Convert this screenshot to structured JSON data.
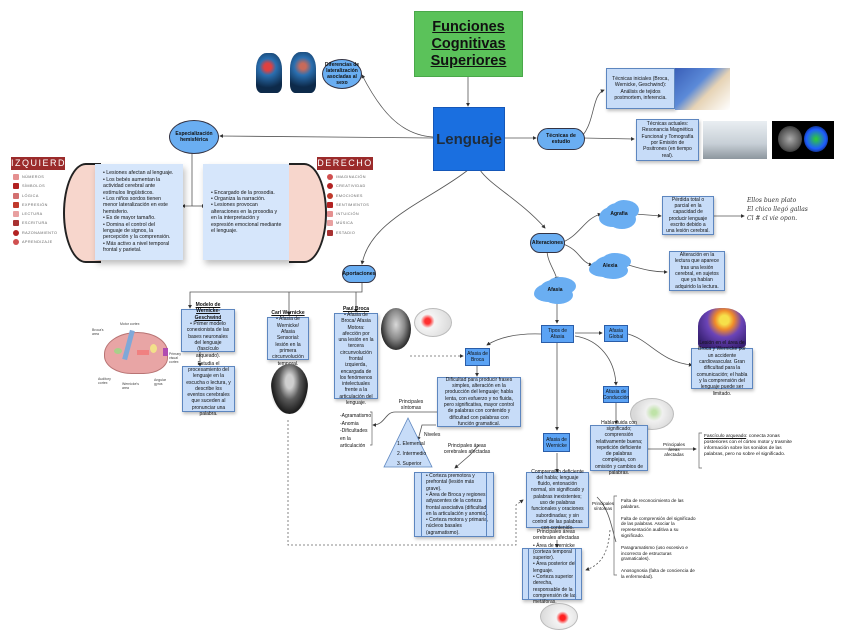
{
  "title": {
    "line1": "Funciones",
    "line2": "Cognitivas",
    "line3": "Superiores"
  },
  "center": "Lenguaje",
  "nodes": {
    "diferencias": "Diferencias de lateralización asociadas al sexo",
    "especializacion": "Especialización hemisférica",
    "tecnicas": "Técnicas de estudio",
    "alteraciones": "Alteraciones",
    "aportaciones": "Aportaciones",
    "agrafia": "Agrafia",
    "alexia": "Alexia",
    "afasia": "Afasia",
    "tipos_afasia": "Tipos de Afasia",
    "afasia_global": "Afasia Global",
    "afasia_broca": "Afasia de Broca",
    "afasia_wernicke": "Afasia de Wernicke",
    "afasia_conduccion": "Afasia de Conducción"
  },
  "hemispheres": {
    "left": {
      "banner": "IZQUIERDO",
      "functions": [
        "NÚMEROS",
        "SÍMBOLOS",
        "LÓGICA",
        "EXPRESIÓN",
        "LECTURA",
        "ESCRITURA",
        "RAZONAMIENTO",
        "APRENDIZAJE"
      ],
      "points": [
        "Lesiones afectan al lenguaje.",
        "Los bebés aumentan la actividad cerebral ante estímulos lingüísticos.",
        "Los niños sordos tienen menor lateralización en este hemisferio.",
        "Es de mayor tamaño.",
        "Domina el control del lenguaje de signos, la percepción y la comprensión.",
        "Más activo a nivel temporal frontal y parietal."
      ]
    },
    "right": {
      "banner": "DERECHO",
      "functions": [
        "IMAGINACIÓN",
        "CREATIVIDAD",
        "EMOCIONES",
        "SENTIMIENTOS",
        "INTUICIÓN",
        "MÚSICA",
        "ESTADIO"
      ],
      "points": [
        "Encargado de la prosodia.",
        "Organiza la narración.",
        "Lesiones provocan alteraciones en la prosodia y en la interpretación y expresión emocional mediante el lenguaje."
      ]
    }
  },
  "techniques": {
    "initial": "Técnicas iniciales (Broca, Wernicke, Geschwind): Análisis de tejidos postmortem, inferencia.",
    "current": "Técnicas actuales: Resonancia Magnética Funcional y Tomografía por Emisión de Positrones (en tiempo real)."
  },
  "agrafia_desc": "Pérdida total o parcial en la capacidad de producir lenguaje escrito debido a una lesión cerebral.",
  "handwriting": [
    "Ellos buen plato",
    "El chico llegó gallas",
    "Cl # cl vie opon."
  ],
  "alexia_desc": "Alteración en la lectura que aparece tras una lesión cerebral, en sujetos que ya habían adquirido la lectura.",
  "aportaciones": {
    "geschwind_title": "Modelo de Wernicke-Geschwind",
    "geschwind_text": "Primer modelo conexionista de las bases neuronales del lenguaje (fascículo arqueado).",
    "geschwind_detail": "Estudia el procesamiento del lenguaje en la escucha o lectura, y describe los eventos cerebrales que suceden al pronunciar una palabra.",
    "wernicke_title": "Carl Wernicke",
    "wernicke_text": "Afasia de Wernicke/ Afasia Sensorial: lesión en la primera circunvolución temporal.",
    "broca_title": "Paul Broca",
    "broca_text": "Afasia de Broca/ Afasia Motora: afección por una lesión en la tercera circunvolución frontal izquierda, encargada de los fenómenos intelectuales frente a la articulación del lenguaje."
  },
  "brain_labels": [
    "Broca's area",
    "Motor cortex",
    "Primary visual cortex",
    "Auditory cortex",
    "Wernicke's area",
    "Angular gyrus"
  ],
  "broca": {
    "desc": "Dificultad para producir frases simples, alteración en la producción del lenguaje; habla lenta, con esfuerzo y no fluida, pero significativa, mayor control de palabras con contenido y dificultad con palabras con función gramatical.",
    "sintomas_label": "Principales síntomas",
    "sintomas": [
      "-Agramatismo",
      "-Anomia",
      "-Dificultades en la articulación"
    ],
    "niveles_label": "Niveles",
    "niveles": [
      "1. Elemental",
      "2. Intermedio",
      "3. Superior"
    ],
    "areas_label": "Principales áreas cerebrales afectadas",
    "areas": [
      "Corteza premotora y prefrontal (lesión más grave).",
      "Área de Broca y regiones adyacentes de la corteza frontal asociativa (dificultad en la articulación y anomia).",
      "Corteza motora y primaria, núcleos basales (agramatismo)."
    ]
  },
  "global": {
    "desc": "Lesión en el área de Broca y Wernicke por un accidente cardiovascular. Gran dificultad para la comunicación; el habla y la comprensión del lenguaje puede ser limitado."
  },
  "conduccion": {
    "desc": "Habla fluida con significado; comprensión relativamente buena; repetición deficiente de palabras complejas, con omisión y cambios de palabras.",
    "label": "Principales áreas afectadas",
    "fasciculo_title": "Fascículo arqueado",
    "fasciculo_text": ": conecta zonas posteriores con el córtex motor y trasmite información sobre los sonidos de las palabras, pero no sobre el significado."
  },
  "wernicke": {
    "desc": "Comprensión deficiente del habla; lenguaje fluido, entonación normal, sin significado y palabras inexistentes; uso de palabras funcionales y oraciones subordinadas; y sin control de las palabras con contenido.",
    "sintomas_label": "Principales síntomas",
    "sintomas": [
      "Falta de reconocimiento de las palabras.",
      "Falta de comprensión del significado de las palabras. Asociar la representación auditiva a su significado.",
      "Paragramatismo (uso excesivo e incorrecto de estructuras gramaticales).",
      "Anosognosia (falta de conciencia de la enfermedad)."
    ],
    "areas_label": "Principales áreas cerebrales afectadas",
    "areas": [
      "Área de wernicke (corteza temporal superior).",
      "Área posterior del lenguaje.",
      "Corteza superior derecha, responsable de la comprensión de las metáforas."
    ]
  },
  "colors": {
    "title_green": "#5bc25a",
    "center_blue": "#1a6fe0",
    "node_blue": "#6aaef2",
    "box_blue": "#c7dcf8",
    "banner_red": "#9b2b2b"
  }
}
